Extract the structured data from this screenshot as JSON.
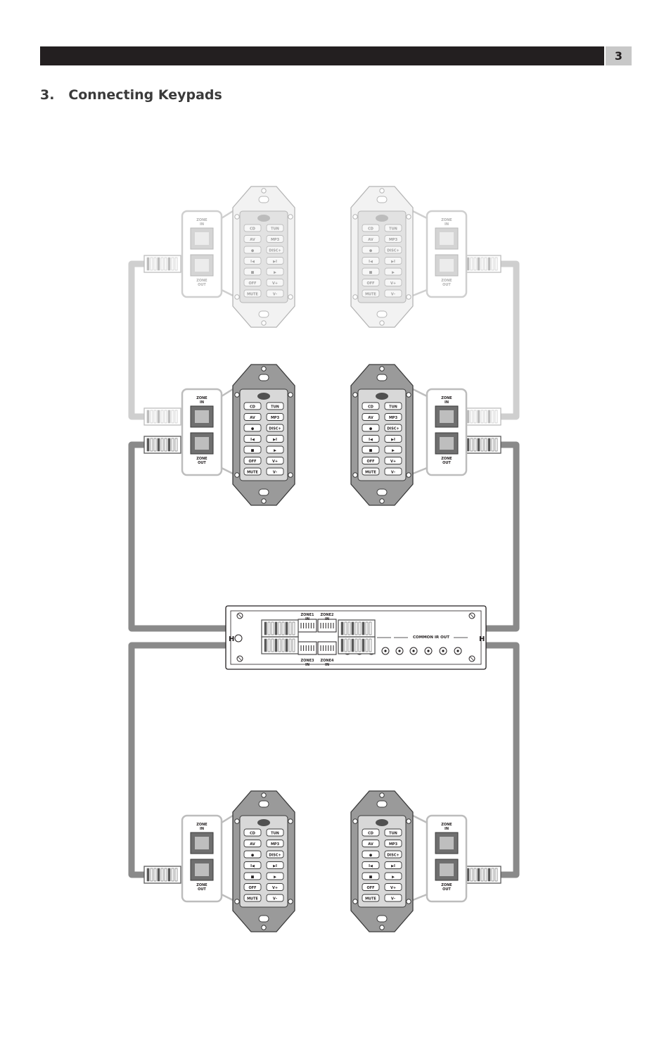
{
  "header": {
    "page_number": "3"
  },
  "section": {
    "number": "3.",
    "title": "Connecting Keypads"
  },
  "keypad": {
    "buttons": [
      [
        "CD",
        "TUN"
      ],
      [
        "AV",
        "MP3"
      ],
      [
        "●",
        "DISC+"
      ],
      [
        "I◀",
        "▶I"
      ],
      [
        "■",
        "▶"
      ],
      [
        "OFF",
        "V+"
      ],
      [
        "MUTE",
        "V–"
      ]
    ]
  },
  "jacks": {
    "zone_in": [
      "ZONE",
      "IN"
    ],
    "zone_out": [
      "ZONE",
      "OUT"
    ]
  },
  "hub": {
    "top_labels": [
      [
        "ZONE1",
        "IN"
      ],
      [
        "ZONE2",
        "IN"
      ]
    ],
    "bottom_labels": [
      [
        "ZONE3",
        "IN"
      ],
      [
        "ZONE4",
        "IN"
      ]
    ],
    "ir_out": "IR OUT",
    "common_ir_out": "COMMON IR OUT"
  },
  "colors": {
    "ghost": "#c9c9c9",
    "active": "#8a8a8a",
    "dark": "#231f20"
  }
}
